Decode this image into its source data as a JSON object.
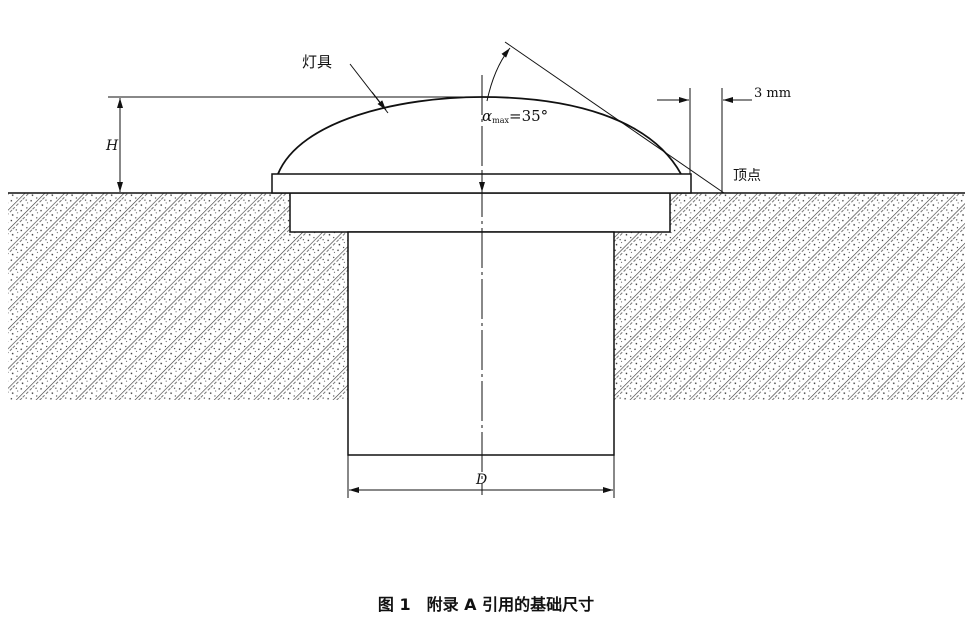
{
  "figure": {
    "labels": {
      "fixture": "灯具",
      "height": "H",
      "alpha": "α",
      "alpha_sub": "max",
      "alpha_value": "=35°",
      "clearance": "3 mm",
      "vertex": "顶点",
      "diameter": "D"
    },
    "caption": "图 1　附录 A 引用的基础尺寸"
  }
}
